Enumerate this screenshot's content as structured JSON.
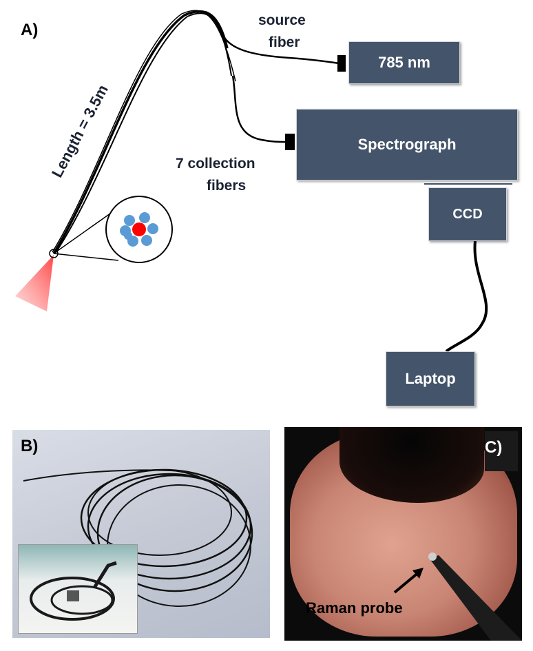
{
  "panel_a": {
    "label": "A)",
    "length_label": "Length = 3.5m",
    "source_fiber_label_line1": "source",
    "source_fiber_label_line2": "fiber",
    "collection_label_line1": "7 collection",
    "collection_label_line2": "fibers",
    "laser_box": "785 nm",
    "spectrograph_box": "Spectrograph",
    "ccd_box": "CCD",
    "laptop_box": "Laptop",
    "colors": {
      "box": "#44546a",
      "core_fiber": "#ff0000",
      "collection_fiber": "#5b9bd5",
      "beam": "#ff6b6b"
    }
  },
  "panel_b": {
    "label": "B)"
  },
  "panel_c": {
    "label": "C)",
    "annotation": "Raman probe"
  }
}
